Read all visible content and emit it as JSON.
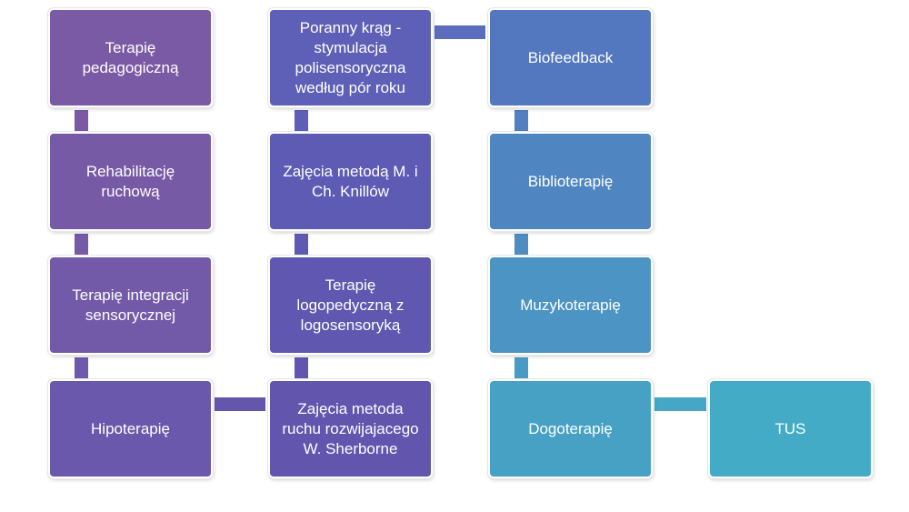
{
  "diagram": {
    "columns": [
      {
        "id": "column-1",
        "nodes": [
          {
            "label": "Terapię\npedagogiczną",
            "color": "#7b5aa5"
          },
          {
            "label": "Rehabilitację\nruchową",
            "color": "#775aa6"
          },
          {
            "label": "Terapię  integracji\nsensorycznej",
            "color": "#735aa8"
          },
          {
            "label": "Hipoterapię",
            "color": "#6a58ad"
          }
        ]
      },
      {
        "id": "column-2",
        "nodes": [
          {
            "label": "Poranny krąg -\nstymulacja\npolisensoryczna\nwedług pór roku",
            "color": "#5e5fb6"
          },
          {
            "label": "Zajęcia metodą M. i\nCh. Knillów",
            "color": "#5d5bb4"
          },
          {
            "label": "Terapię\nlogopedyczną z\nlogosensoryką",
            "color": "#5f57b0"
          },
          {
            "label": "Zajęcia metoda\nruchu rozwijajacego\nW. Sherborne",
            "color": "#6155ae"
          }
        ]
      },
      {
        "id": "column-3",
        "nodes": [
          {
            "label": "Biofeedback",
            "color": "#5378c0"
          },
          {
            "label": "Biblioterapię",
            "color": "#4f86c2"
          },
          {
            "label": "Muzykoterapię",
            "color": "#4b94c4"
          },
          {
            "label": "Dogoterapię",
            "color": "#46a1c4"
          }
        ]
      }
    ],
    "extra_node": {
      "label": "TUS",
      "color": "#44abc6"
    }
  }
}
